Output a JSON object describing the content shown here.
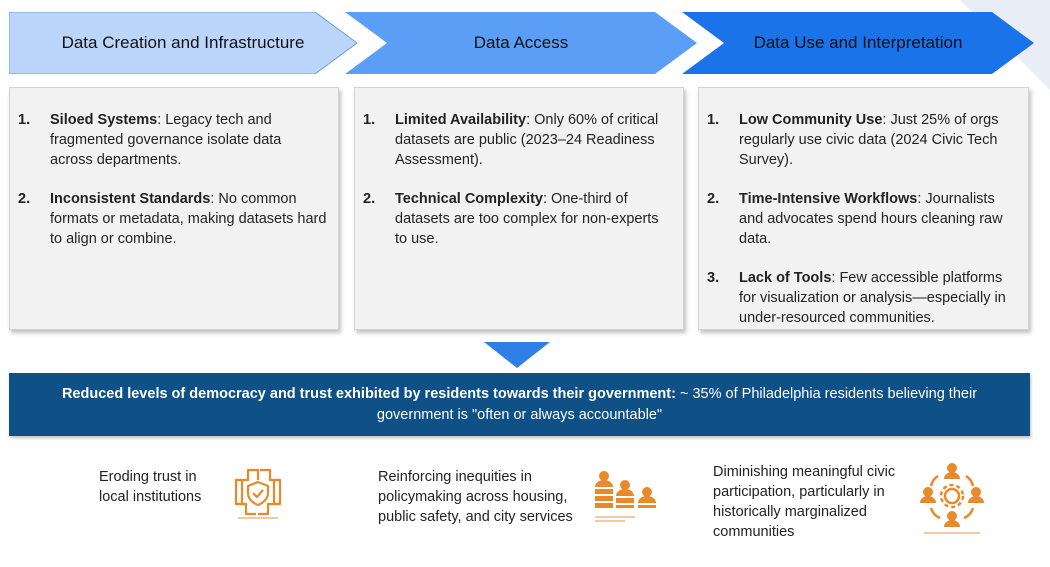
{
  "stages": [
    {
      "label": "Data Creation and Infrastructure",
      "color": "#bcd6fb"
    },
    {
      "label": "Data Access",
      "color": "#5b9ef6"
    },
    {
      "label": "Data Use and Interpretation",
      "color": "#1a73e8"
    }
  ],
  "columns": [
    {
      "items": [
        {
          "num": "1.",
          "title": "Siloed Systems",
          "text": ": Legacy tech and fragmented governance isolate data across departments."
        },
        {
          "num": "2.",
          "title": "Inconsistent Standards",
          "text": ": No common formats or metadata, making datasets hard to align or combine."
        }
      ]
    },
    {
      "items": [
        {
          "num": "1.",
          "title": "Limited Availability",
          "text": ": Only 60% of critical datasets are public (2023–24 Readiness Assessment)."
        },
        {
          "num": "2.",
          "title": "Technical Complexity",
          "text": ": One-third of datasets are too complex for non-experts to use."
        }
      ]
    },
    {
      "items": [
        {
          "num": "1.",
          "title": "Low Community Use",
          "text": ": Just 25% of orgs regularly use civic data (2024 Civic Tech Survey)."
        },
        {
          "num": "2.",
          "title": "Time-Intensive Workflows",
          "text": ": Journalists and advocates spend hours cleaning raw data."
        },
        {
          "num": "3.",
          "title": "Lack of Tools",
          "text": ": Few accessible platforms for visualization or analysis—especially in under-resourced communities."
        }
      ]
    }
  ],
  "banner": {
    "bold": "Reduced levels of democracy and trust exhibited by residents towards their government:",
    "text": " ~ 35% of Philadelphia residents believing their government is \"often or always accountable\"",
    "color": "#0f5087"
  },
  "impacts": [
    {
      "text": "Eroding trust in local institutions",
      "icon": "hands-shield-icon"
    },
    {
      "text": "Reinforcing inequities in policymaking across housing, public safety, and city services",
      "icon": "unequal-people-icon"
    },
    {
      "text": "Diminishing meaningful civic participation, particularly in historically marginalized communities",
      "icon": "people-gear-icon"
    }
  ],
  "icon_color": "#e8892b"
}
